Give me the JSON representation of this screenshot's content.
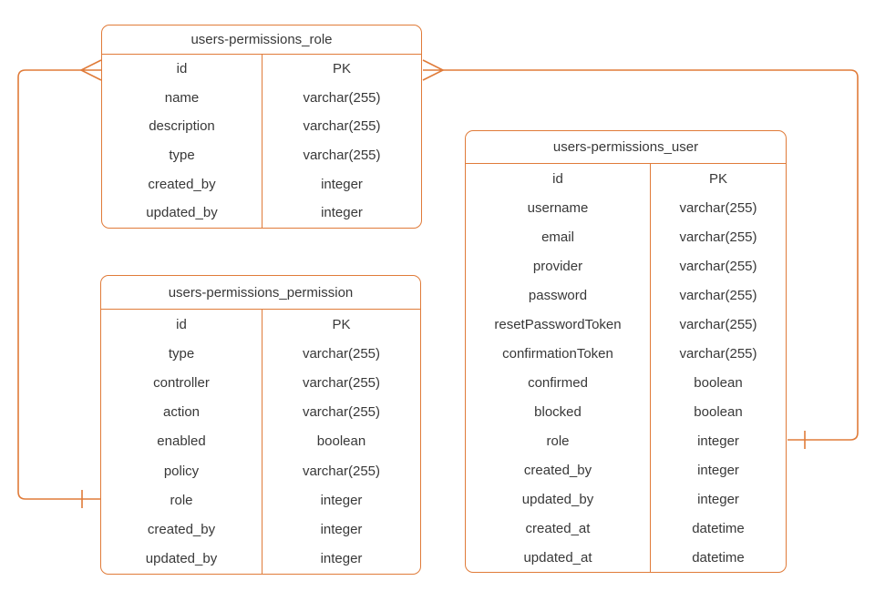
{
  "diagram": {
    "type": "entity-relationship-diagram",
    "colors": {
      "accent": "#E07B39",
      "text": "#383838",
      "background": "#FFFFFF"
    },
    "tables": [
      {
        "title": "users-permissions_role",
        "fields": [
          {
            "name": "id",
            "type": "PK"
          },
          {
            "name": "name",
            "type": "varchar(255)"
          },
          {
            "name": "description",
            "type": "varchar(255)"
          },
          {
            "name": "type",
            "type": "varchar(255)"
          },
          {
            "name": "created_by",
            "type": "integer"
          },
          {
            "name": "updated_by",
            "type": "integer"
          }
        ]
      },
      {
        "title": "users-permissions_permission",
        "fields": [
          {
            "name": "id",
            "type": "PK"
          },
          {
            "name": "type",
            "type": "varchar(255)"
          },
          {
            "name": "controller",
            "type": "varchar(255)"
          },
          {
            "name": "action",
            "type": "varchar(255)"
          },
          {
            "name": "enabled",
            "type": "boolean"
          },
          {
            "name": "policy",
            "type": "varchar(255)"
          },
          {
            "name": "role",
            "type": "integer"
          },
          {
            "name": "created_by",
            "type": "integer"
          },
          {
            "name": "updated_by",
            "type": "integer"
          }
        ]
      },
      {
        "title": "users-permissions_user",
        "fields": [
          {
            "name": "id",
            "type": "PK"
          },
          {
            "name": "username",
            "type": "varchar(255)"
          },
          {
            "name": "email",
            "type": "varchar(255)"
          },
          {
            "name": "provider",
            "type": "varchar(255)"
          },
          {
            "name": "password",
            "type": "varchar(255)"
          },
          {
            "name": "resetPasswordToken",
            "type": "varchar(255)"
          },
          {
            "name": "confirmationToken",
            "type": "varchar(255)"
          },
          {
            "name": "confirmed",
            "type": "boolean"
          },
          {
            "name": "blocked",
            "type": "boolean"
          },
          {
            "name": "role",
            "type": "integer"
          },
          {
            "name": "created_by",
            "type": "integer"
          },
          {
            "name": "updated_by",
            "type": "integer"
          },
          {
            "name": "created_at",
            "type": "datetime"
          },
          {
            "name": "updated_at",
            "type": "datetime"
          }
        ]
      }
    ],
    "relationships": [
      {
        "from_table": "users-permissions_role",
        "from_field": "id",
        "from_cardinality": "many",
        "to_table": "users-permissions_permission",
        "to_field": "role",
        "to_cardinality": "one"
      },
      {
        "from_table": "users-permissions_role",
        "from_field": "id",
        "from_cardinality": "many",
        "to_table": "users-permissions_user",
        "to_field": "role",
        "to_cardinality": "one"
      }
    ]
  }
}
